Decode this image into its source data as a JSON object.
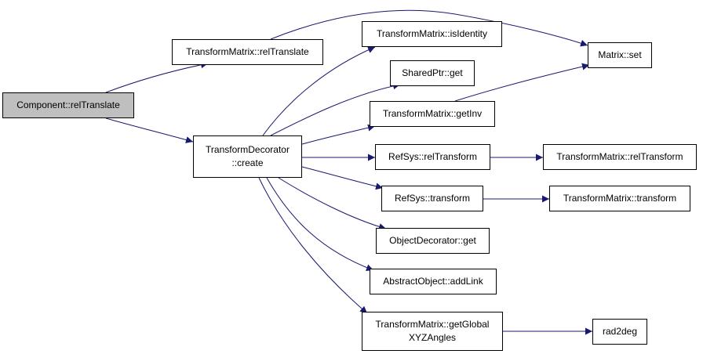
{
  "colors": {
    "edge": "#191970",
    "root_fill": "#bfbfbf",
    "node_fill": "#ffffff",
    "border": "#000000"
  },
  "nodes": {
    "component_reltranslate": "Component::relTranslate",
    "transformmatrix_reltranslate": "TransformMatrix::relTranslate",
    "transformdecorator_create": "TransformDecorator\n::create",
    "transformmatrix_isidentity": "TransformMatrix::isIdentity",
    "sharedptr_get": "SharedPtr::get",
    "transformmatrix_getinv": "TransformMatrix::getInv",
    "refsys_reltransform": "RefSys::relTransform",
    "refsys_transform": "RefSys::transform",
    "objectdecorator_get": "ObjectDecorator::get",
    "abstractobject_addlink": "AbstractObject::addLink",
    "transformmatrix_getglobalxyzangles": "TransformMatrix::getGlobal\nXYZAngles",
    "matrix_set": "Matrix::set",
    "transformmatrix_reltransform": "TransformMatrix::relTransform",
    "transformmatrix_transform": "TransformMatrix::transform",
    "rad2deg": "rad2deg"
  }
}
